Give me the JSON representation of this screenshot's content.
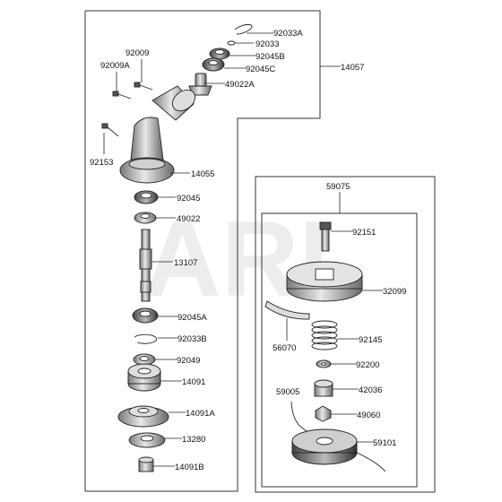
{
  "watermark": "ARI",
  "assemblies": [
    {
      "number": "14057"
    },
    {
      "number": "59075"
    }
  ],
  "parts": [
    {
      "number": "92033A"
    },
    {
      "number": "92033"
    },
    {
      "number": "92045B"
    },
    {
      "number": "92045C"
    },
    {
      "number": "49022A"
    },
    {
      "number": "92009"
    },
    {
      "number": "92009A"
    },
    {
      "number": "92153"
    },
    {
      "number": "14055"
    },
    {
      "number": "92045"
    },
    {
      "number": "49022"
    },
    {
      "number": "13107"
    },
    {
      "number": "92045A"
    },
    {
      "number": "92033B"
    },
    {
      "number": "92049"
    },
    {
      "number": "14091"
    },
    {
      "number": "14091A"
    },
    {
      "number": "13280"
    },
    {
      "number": "14091B"
    },
    {
      "number": "92151"
    },
    {
      "number": "32099"
    },
    {
      "number": "56070"
    },
    {
      "number": "92145"
    },
    {
      "number": "92200"
    },
    {
      "number": "59005"
    },
    {
      "number": "42036"
    },
    {
      "number": "49060"
    },
    {
      "number": "59101"
    }
  ]
}
